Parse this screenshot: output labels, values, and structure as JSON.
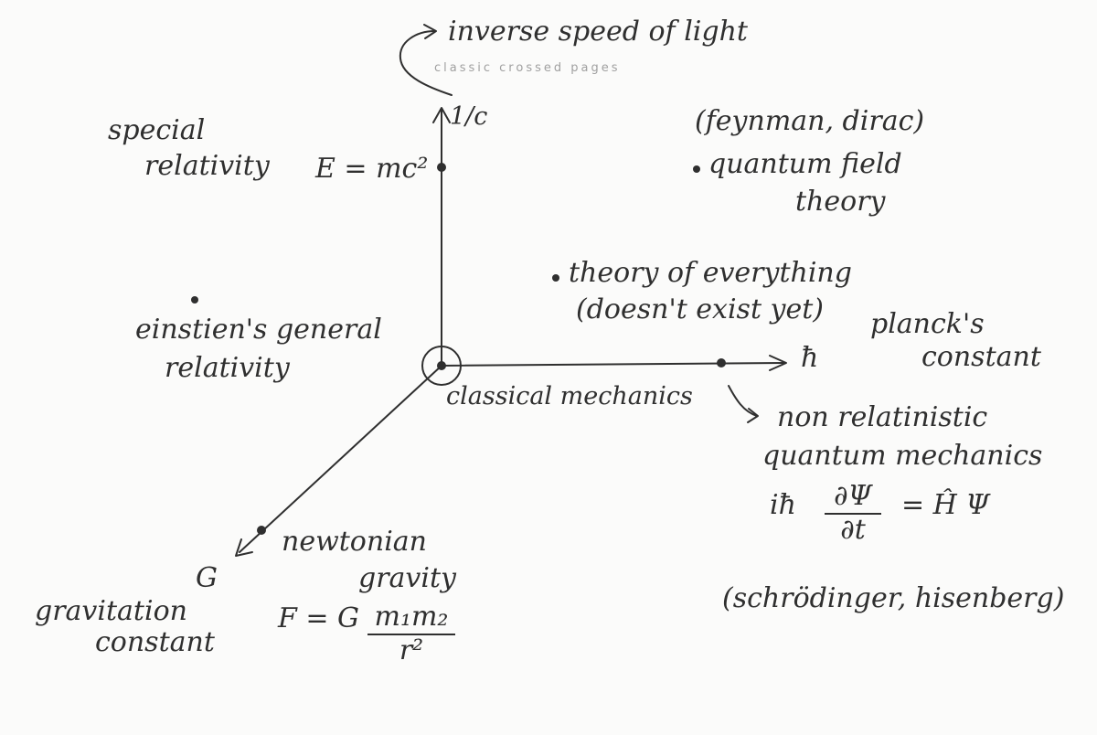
{
  "watermark": "classic crossed pages",
  "axes": {
    "vertical_label": "1/c",
    "vertical_description": "inverse speed of light",
    "horizontal_label": "ħ",
    "horizontal_description_1": "planck's",
    "horizontal_description_2": "constant",
    "diagonal_label": "G",
    "diagonal_description_1": "gravitation",
    "diagonal_description_2": "constant"
  },
  "nodes": {
    "origin": "classical mechanics",
    "special_relativity_1": "special",
    "special_relativity_2": "relativity",
    "special_relativity_eq": "E = mc²",
    "qft_authors": "(feynman, dirac)",
    "qft_1": "quantum field",
    "qft_2": "theory",
    "toe_1": "theory of everything",
    "toe_2": "(doesn't exist yet)",
    "gr_1": "einstien's general",
    "gr_2": "relativity",
    "qm_1": "non relatinistic",
    "qm_2": "quantum mechanics",
    "qm_eq_lhs": "iħ",
    "qm_eq_num": "∂Ψ",
    "qm_eq_den": "∂t",
    "qm_eq_rhs": "= Ĥ Ψ",
    "qm_authors": "(schrödinger, hisenberg)",
    "ng_1": "newtonian",
    "ng_2": "gravity",
    "ng_eq_lhs": "F = G",
    "ng_eq_num": "m₁m₂",
    "ng_eq_den": "r²"
  },
  "colors": {
    "ink": "#2f2f2f",
    "paper": "#fbfbfa",
    "watermark": "#a0a0a0"
  }
}
